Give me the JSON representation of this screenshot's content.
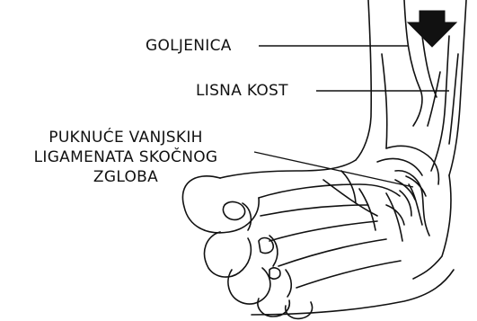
{
  "labels": {
    "tibia": "GOLJENICA",
    "fibula": "LISNA KOST",
    "ligament": [
      "PUKNUĆE VANJSKIH",
      "LIGAMENATA SKOČNOG",
      "ZGLOBA"
    ]
  },
  "colors": {
    "ink": "#111111",
    "background": "#ffffff"
  },
  "icons": {
    "arrow": "down-arrow-icon",
    "illustration": "foot-ankle-illustration"
  }
}
